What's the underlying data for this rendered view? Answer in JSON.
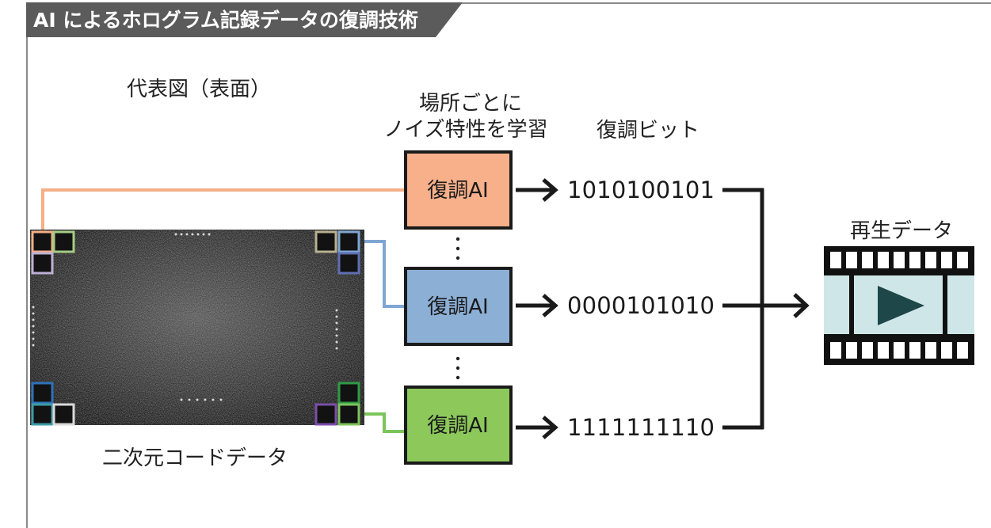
{
  "header": {
    "title": "AI によるホログラム記録データの復調技術"
  },
  "code_panel": {
    "heading": "代表図（表面）",
    "caption": "二次元コードデータ"
  },
  "learning_note": {
    "line1": "場所ごとに",
    "line2": "ノイズ特性を学習"
  },
  "bits_heading": "復調ビット",
  "output": {
    "heading": "再生データ",
    "icon": "film-strip-play-icon"
  },
  "demodulators": [
    {
      "label": "復調AI",
      "bits": "1010100101",
      "color": "#F7B08A"
    },
    {
      "label": "復調AI",
      "bits": "0000101010",
      "color": "#8CAFD6"
    },
    {
      "label": "復調AI",
      "bits": "1111111110",
      "color": "#8CC85A"
    }
  ],
  "colors": {
    "header_bg": "#5B5B5B",
    "frame": "#8A8A8A",
    "orange_link": "#F5AF87",
    "blue_link": "#7FA6D2",
    "green_link": "#7CC55A",
    "film_panel": "#CFE6E8",
    "play": "#1D4748"
  },
  "code_marker_colors": {
    "top_left": [
      "#F4AE86",
      "#A4CC83",
      "#BDB0D6"
    ],
    "top_right": [
      "#B8B08F",
      "#7FA6D2",
      "#5F6FB3"
    ],
    "bottom_left": [
      "#2F72B8",
      "#3C9CA8",
      "#DADADA"
    ],
    "bottom_right": [
      "#2F9B46",
      "#7B4EA9",
      "#7CC55A"
    ]
  }
}
